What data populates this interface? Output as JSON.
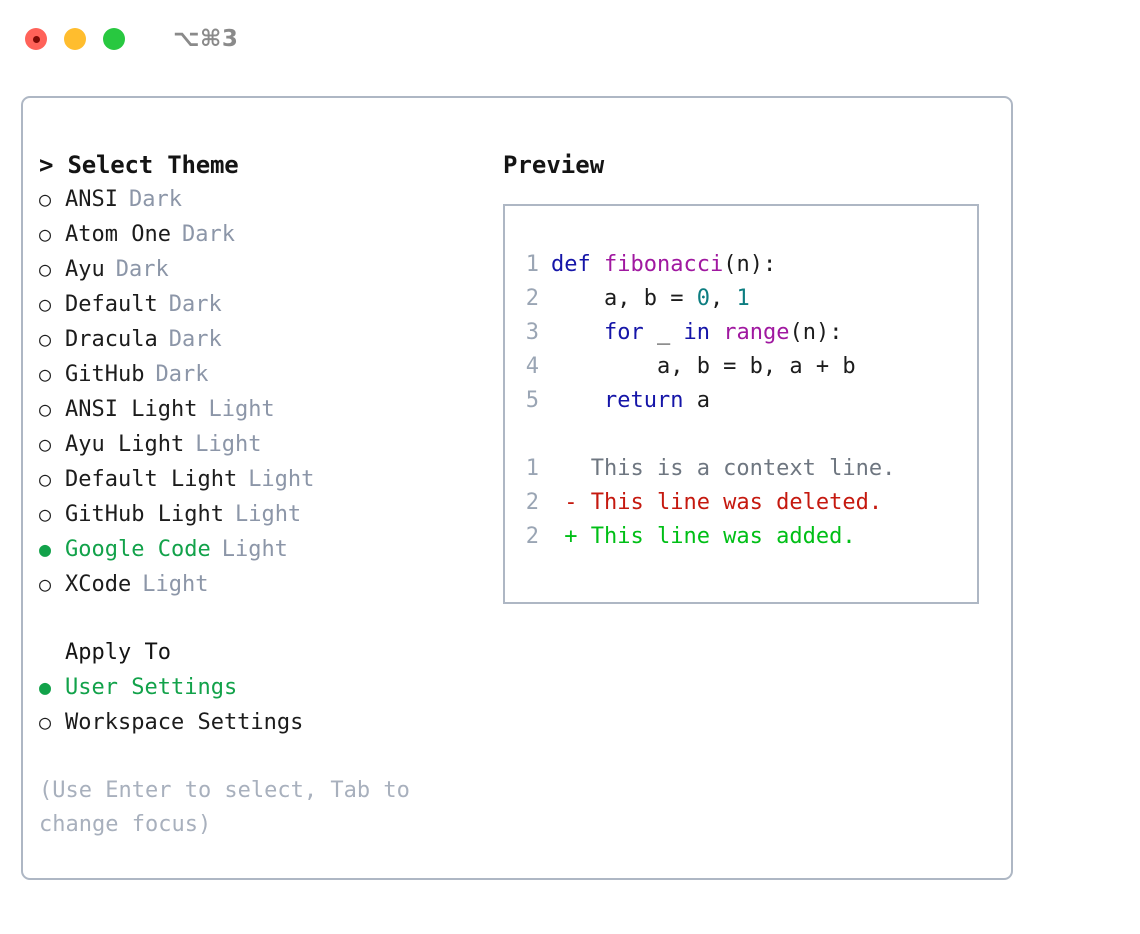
{
  "window": {
    "shortcut": "⌥⌘3",
    "buttons": [
      {
        "name": "close",
        "color": "#FF6259"
      },
      {
        "name": "minimize",
        "color": "#FFBD2E"
      },
      {
        "name": "maximize",
        "color": "#28C840"
      }
    ]
  },
  "theme_picker": {
    "title": "> Select Theme",
    "selected_theme": "Google Code",
    "options": [
      {
        "label": "ANSI",
        "variant": "Dark",
        "selected": false
      },
      {
        "label": "Atom One",
        "variant": "Dark",
        "selected": false
      },
      {
        "label": "Ayu",
        "variant": "Dark",
        "selected": false
      },
      {
        "label": "Default",
        "variant": "Dark",
        "selected": false
      },
      {
        "label": "Dracula",
        "variant": "Dark",
        "selected": false
      },
      {
        "label": "GitHub",
        "variant": "Dark",
        "selected": false
      },
      {
        "label": "ANSI Light",
        "variant": "Light",
        "selected": false
      },
      {
        "label": "Ayu Light",
        "variant": "Light",
        "selected": false
      },
      {
        "label": "Default Light",
        "variant": "Light",
        "selected": false
      },
      {
        "label": "GitHub Light",
        "variant": "Light",
        "selected": false
      },
      {
        "label": "Google Code",
        "variant": "Light",
        "selected": true
      },
      {
        "label": "XCode",
        "variant": "Light",
        "selected": false
      }
    ]
  },
  "apply_to": {
    "title": "Apply To",
    "selected": "User Settings",
    "options": [
      {
        "label": "User Settings",
        "selected": true
      },
      {
        "label": "Workspace Settings",
        "selected": false
      }
    ]
  },
  "hint": "(Use Enter to select, Tab to change focus)",
  "preview": {
    "title": "Preview",
    "code_lines": [
      {
        "num": "1",
        "tokens": [
          {
            "t": "def ",
            "c": "kw"
          },
          {
            "t": "fibonacci",
            "c": "fn"
          },
          {
            "t": "(n):",
            "c": "plain"
          }
        ]
      },
      {
        "num": "2",
        "tokens": [
          {
            "t": "    a, b = ",
            "c": "plain"
          },
          {
            "t": "0",
            "c": "num"
          },
          {
            "t": ", ",
            "c": "plain"
          },
          {
            "t": "1",
            "c": "num"
          }
        ]
      },
      {
        "num": "3",
        "tokens": [
          {
            "t": "    ",
            "c": "plain"
          },
          {
            "t": "for",
            "c": "kw"
          },
          {
            "t": " _ ",
            "c": "plain"
          },
          {
            "t": "in",
            "c": "kw"
          },
          {
            "t": " ",
            "c": "plain"
          },
          {
            "t": "range",
            "c": "fn"
          },
          {
            "t": "(n):",
            "c": "plain"
          }
        ]
      },
      {
        "num": "4",
        "tokens": [
          {
            "t": "        a, b = b, a + b",
            "c": "plain"
          }
        ]
      },
      {
        "num": "5",
        "tokens": [
          {
            "t": "    ",
            "c": "plain"
          },
          {
            "t": "return",
            "c": "kw"
          },
          {
            "t": " a",
            "c": "plain"
          }
        ]
      }
    ],
    "diff_lines": [
      {
        "num": "1",
        "marker": " ",
        "text": "This is a context line.",
        "kind": "ctx"
      },
      {
        "num": "2",
        "marker": "-",
        "text": "This line was deleted.",
        "kind": "del"
      },
      {
        "num": "2",
        "marker": "+",
        "text": "This line was added.",
        "kind": "add"
      }
    ]
  },
  "colors": {
    "keyword": "#1515A8",
    "function": "#A018A0",
    "number": "#0C7D80",
    "diff_add": "#00BF16",
    "diff_del": "#C5190F",
    "diff_ctx": "#6E7680",
    "selected": "#12A24A",
    "muted": "#8C96A8",
    "border": "#AEB7C4"
  }
}
